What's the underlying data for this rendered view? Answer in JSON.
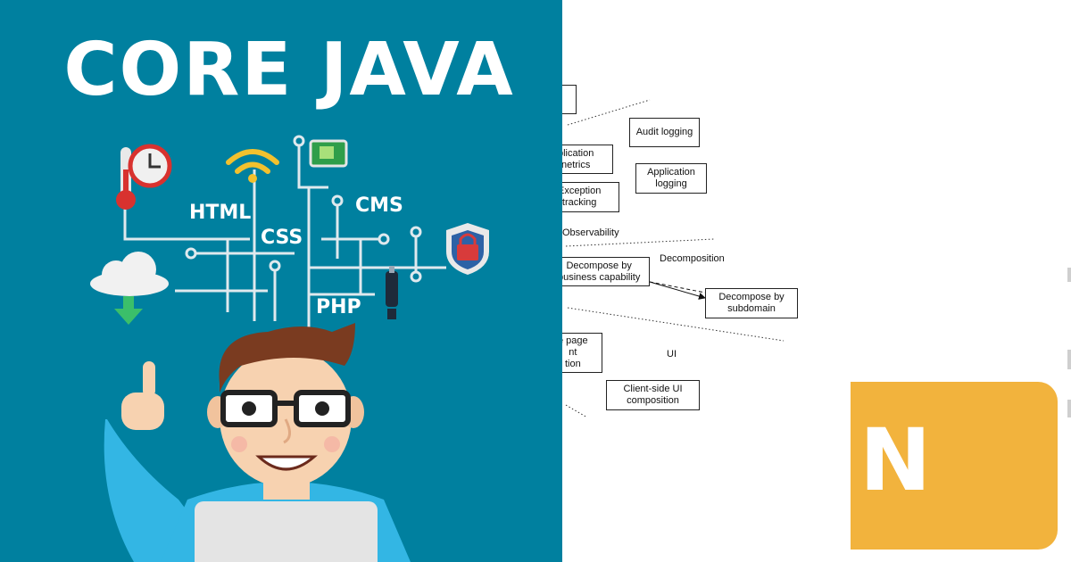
{
  "banner": {
    "title": "CORE JAVA",
    "background_color": "#00809f",
    "labels": {
      "html": "HTML",
      "css": "CSS",
      "cms": "CMS",
      "php": "PHP"
    },
    "icons": [
      "thermometer-clock-icon",
      "wifi-icon",
      "chip-icon",
      "lock-shield-icon",
      "cloud-download-icon",
      "usb-drive-icon",
      "developer-avatar"
    ]
  },
  "diagram": {
    "nodes": {
      "top_clipped": "",
      "audit_logging": "Audit logging",
      "app_metrics": "plication\nnetrics",
      "app_logging": "Application\nlogging",
      "exception_tracking": "Exception\ntracking",
      "decompose_business": "Decompose by\nbusiness capability",
      "decompose_subdomain": "Decompose by\nsubdomain",
      "page_composition": "e page\nnt\ntion",
      "client_ui": "Client-side  UI\ncomposition"
    },
    "labels": {
      "observability": "Observability",
      "decomposition": "Decomposition",
      "ui": "UI"
    }
  },
  "badge": {
    "letter": "N",
    "color": "#f2b33d"
  }
}
